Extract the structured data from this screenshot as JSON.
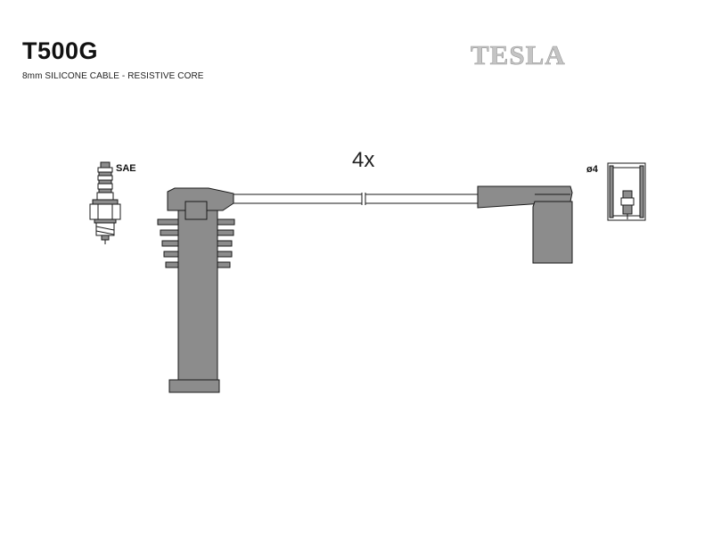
{
  "header": {
    "part_number": "T500G",
    "cable_spec": "8mm SILICONE CABLE - RESISTIVE CORE",
    "brand": "TESLA"
  },
  "diagram": {
    "quantity_label": "4x",
    "spark_plug_label": "SAE",
    "terminal_label": "ø4"
  },
  "colors": {
    "part_fill": "#8c8c8c",
    "outline": "#1a1a1a",
    "cable_fill": "#ffffff",
    "brand_fill": "#c4c4c4"
  }
}
